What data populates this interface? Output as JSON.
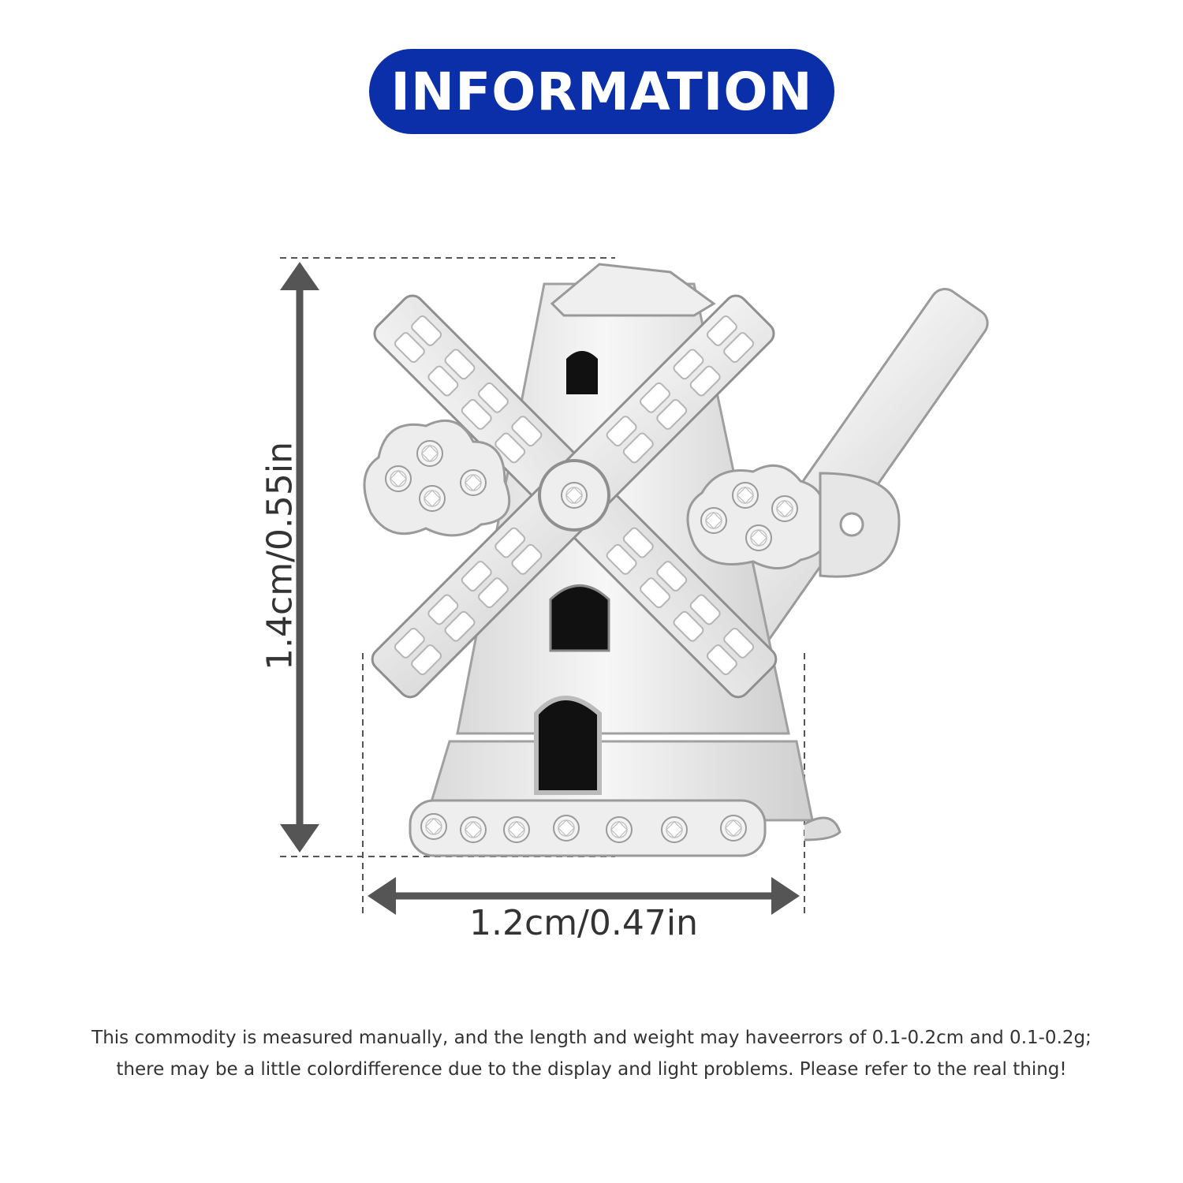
{
  "header": {
    "title": "INFORMATION"
  },
  "colors": {
    "banner": "#0a2fa8",
    "dimension_lines": "#555555",
    "metal": "#e4e4e4",
    "enamel": "#111111"
  },
  "product": {
    "image_icon": "windmill-charm-icon"
  },
  "dimensions": {
    "height_label": "1.4cm/0.55in",
    "width_label": "1.2cm/0.47in"
  },
  "disclaimer": {
    "line1": "This commodity is measured manually, and the length and weight may haveerrors of 0.1-0.2cm and 0.1-0.2g;",
    "line2": "there may be a little colordifference due to the display and light problems. Please refer to the real thing!"
  }
}
